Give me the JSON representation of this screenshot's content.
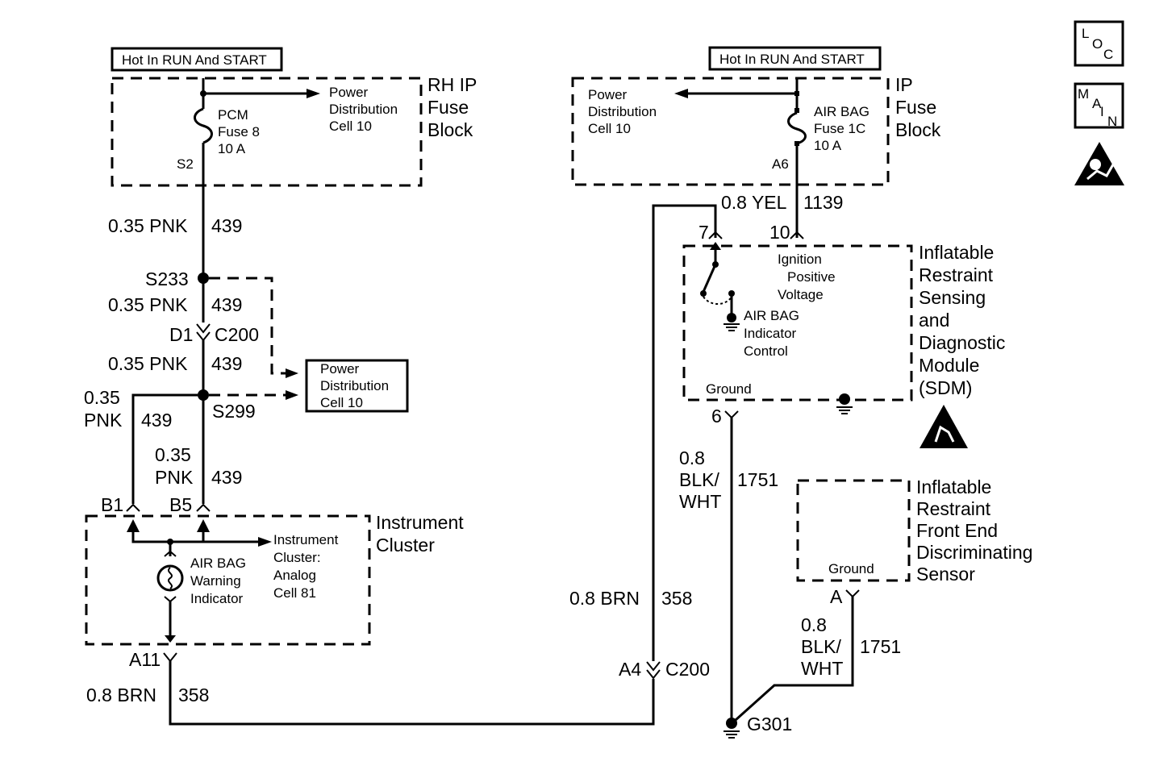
{
  "colors": {
    "wire": "#000000",
    "background": "#ffffff"
  },
  "nav": {
    "loc_label": "LOC",
    "main_label": "MAIN"
  },
  "icons": [
    "loc-icon",
    "main-icon",
    "airbag-warning-icon",
    "esd-warning-icon",
    "ground-icon"
  ],
  "left": {
    "hot_label": "Hot In RUN And START",
    "fuse_block": [
      "RH IP",
      "Fuse",
      "Block"
    ],
    "pdc_top": [
      "Power",
      "Distribution",
      "Cell 10"
    ],
    "fuse": [
      "PCM",
      "Fuse 8",
      "10 A"
    ],
    "fuse_pin": "S2",
    "wire_a": {
      "gauge": "0.35 PNK",
      "circuit": "439"
    },
    "splice1": "S233",
    "wire_b": {
      "gauge": "0.35 PNK",
      "circuit": "439"
    },
    "connector": {
      "pin": "D1",
      "name": "C200"
    },
    "wire_c": {
      "gauge": "0.35 PNK",
      "circuit": "439"
    },
    "pdc_box": [
      "Power",
      "Distribution",
      "Cell 10"
    ],
    "splice2": "S299",
    "wire_d": {
      "gauge": [
        "0.35",
        "PNK"
      ],
      "circuit": "439"
    },
    "wire_e": {
      "gauge": [
        "0.35",
        "PNK"
      ],
      "circuit": "439"
    },
    "pin_b1": "B1",
    "pin_b5": "B5",
    "cluster_title": [
      "Instrument",
      "Cluster"
    ],
    "cluster_ref": [
      "Instrument",
      "Cluster:",
      "Analog",
      "Cell 81"
    ],
    "indicator": [
      "AIR BAG",
      "Warning",
      "Indicator"
    ],
    "pin_a11": "A11",
    "wire_f": {
      "gauge": "0.8 BRN",
      "circuit": "358"
    }
  },
  "right": {
    "hot_label": "Hot In RUN And START",
    "fuse_block": [
      "IP",
      "Fuse",
      "Block"
    ],
    "pdc_top": [
      "Power",
      "Distribution",
      "Cell 10"
    ],
    "fuse": [
      "AIR BAG",
      "Fuse 1C",
      "10 A"
    ],
    "fuse_pin": "A6",
    "wire_yel": {
      "gauge": "0.8 YEL",
      "circuit": "1139"
    },
    "pin7": "7",
    "pin10": "10",
    "sdm_inner": [
      "Ignition",
      "Positive",
      "Voltage"
    ],
    "sdm_control": [
      "AIR BAG",
      "Indicator",
      "Control"
    ],
    "sdm_ground": "Ground",
    "sdm_title": [
      "Inflatable",
      "Restraint",
      "Sensing",
      "and",
      "Diagnostic",
      "Module",
      "(SDM)"
    ],
    "pin6": "6",
    "wire_blk1": {
      "gauge": [
        "0.8",
        "BLK/",
        "WHT"
      ],
      "circuit": "1751"
    },
    "sensor_title": [
      "Inflatable",
      "Restraint",
      "Front End",
      "Discriminating",
      "Sensor"
    ],
    "sensor_ground": "Ground",
    "pinA": "A",
    "wire_blk2": {
      "gauge": [
        "0.8",
        "BLK/",
        "WHT"
      ],
      "circuit": "1751"
    },
    "wire_brn": {
      "gauge": "0.8 BRN",
      "circuit": "358"
    },
    "connector": {
      "pin": "A4",
      "name": "C200"
    },
    "ground_point": "G301"
  }
}
